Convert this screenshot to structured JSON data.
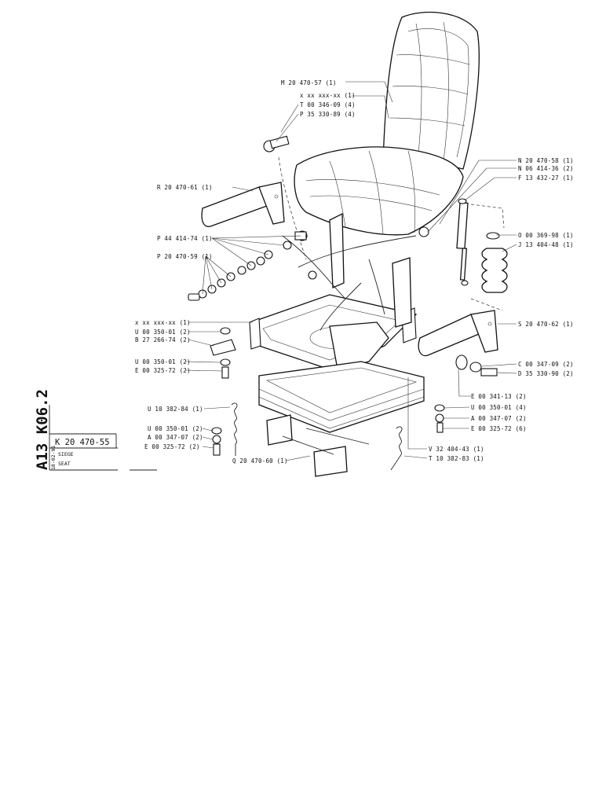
{
  "title_block": {
    "code": "A13 K06.2",
    "reference": "K 20 470-55",
    "date": "18-02-91",
    "name_fr": "SIEGE",
    "name_en": "SEAT"
  },
  "callouts": [
    {
      "id": "m",
      "label": "M 20 470-57 (1)"
    },
    {
      "id": "x1",
      "label": "x xx xxx-xx (1)"
    },
    {
      "id": "t",
      "label": "T 00 346-09 (4)"
    },
    {
      "id": "p35a",
      "label": "P 35 330-89 (4)"
    },
    {
      "id": "r",
      "label": "R 20 470-61 (1)"
    },
    {
      "id": "n",
      "label": "N 20 470-58 (1)"
    },
    {
      "id": "n06",
      "label": "N 06 414-36 (2)"
    },
    {
      "id": "f",
      "label": "F 13 432-27 (1)"
    },
    {
      "id": "p44",
      "label": "P 44 414-74 (1)"
    },
    {
      "id": "p20",
      "label": "P 20 470-59 (1)"
    },
    {
      "id": "o",
      "label": "O 00 369-98 (1)"
    },
    {
      "id": "j",
      "label": "J 13 404-48 (1)"
    },
    {
      "id": "x2",
      "label": "x xx xxx-xx (1)"
    },
    {
      "id": "u1",
      "label": "U 00 350-01 (2)"
    },
    {
      "id": "b",
      "label": "B 27 266-74 (2)"
    },
    {
      "id": "s",
      "label": "S 20 470-62 (1)"
    },
    {
      "id": "u2",
      "label": "U 00 350-01 (2)"
    },
    {
      "id": "e1",
      "label": "E 00 325-72 (2)"
    },
    {
      "id": "c",
      "label": "C 00 347-09 (2)"
    },
    {
      "id": "d",
      "label": "D 35 330-90 (2)"
    },
    {
      "id": "e341",
      "label": "E 00 341-13 (2)"
    },
    {
      "id": "u10a",
      "label": "U 10 382-84 (1)"
    },
    {
      "id": "u4",
      "label": "U 00 350-01 (4)"
    },
    {
      "id": "a1",
      "label": "A 00 347-07 (2)"
    },
    {
      "id": "e6",
      "label": "E 00 325-72 (6)"
    },
    {
      "id": "u3",
      "label": "U 00 350-01 (2)"
    },
    {
      "id": "a2",
      "label": "A 00 347-07 (2)"
    },
    {
      "id": "e2",
      "label": "E 00 325-72 (2)"
    },
    {
      "id": "v",
      "label": "V 32 404-43 (1)"
    },
    {
      "id": "q",
      "label": "Q 20 470-60 (1)"
    },
    {
      "id": "t10",
      "label": "T 10 382-83 (1)"
    }
  ]
}
